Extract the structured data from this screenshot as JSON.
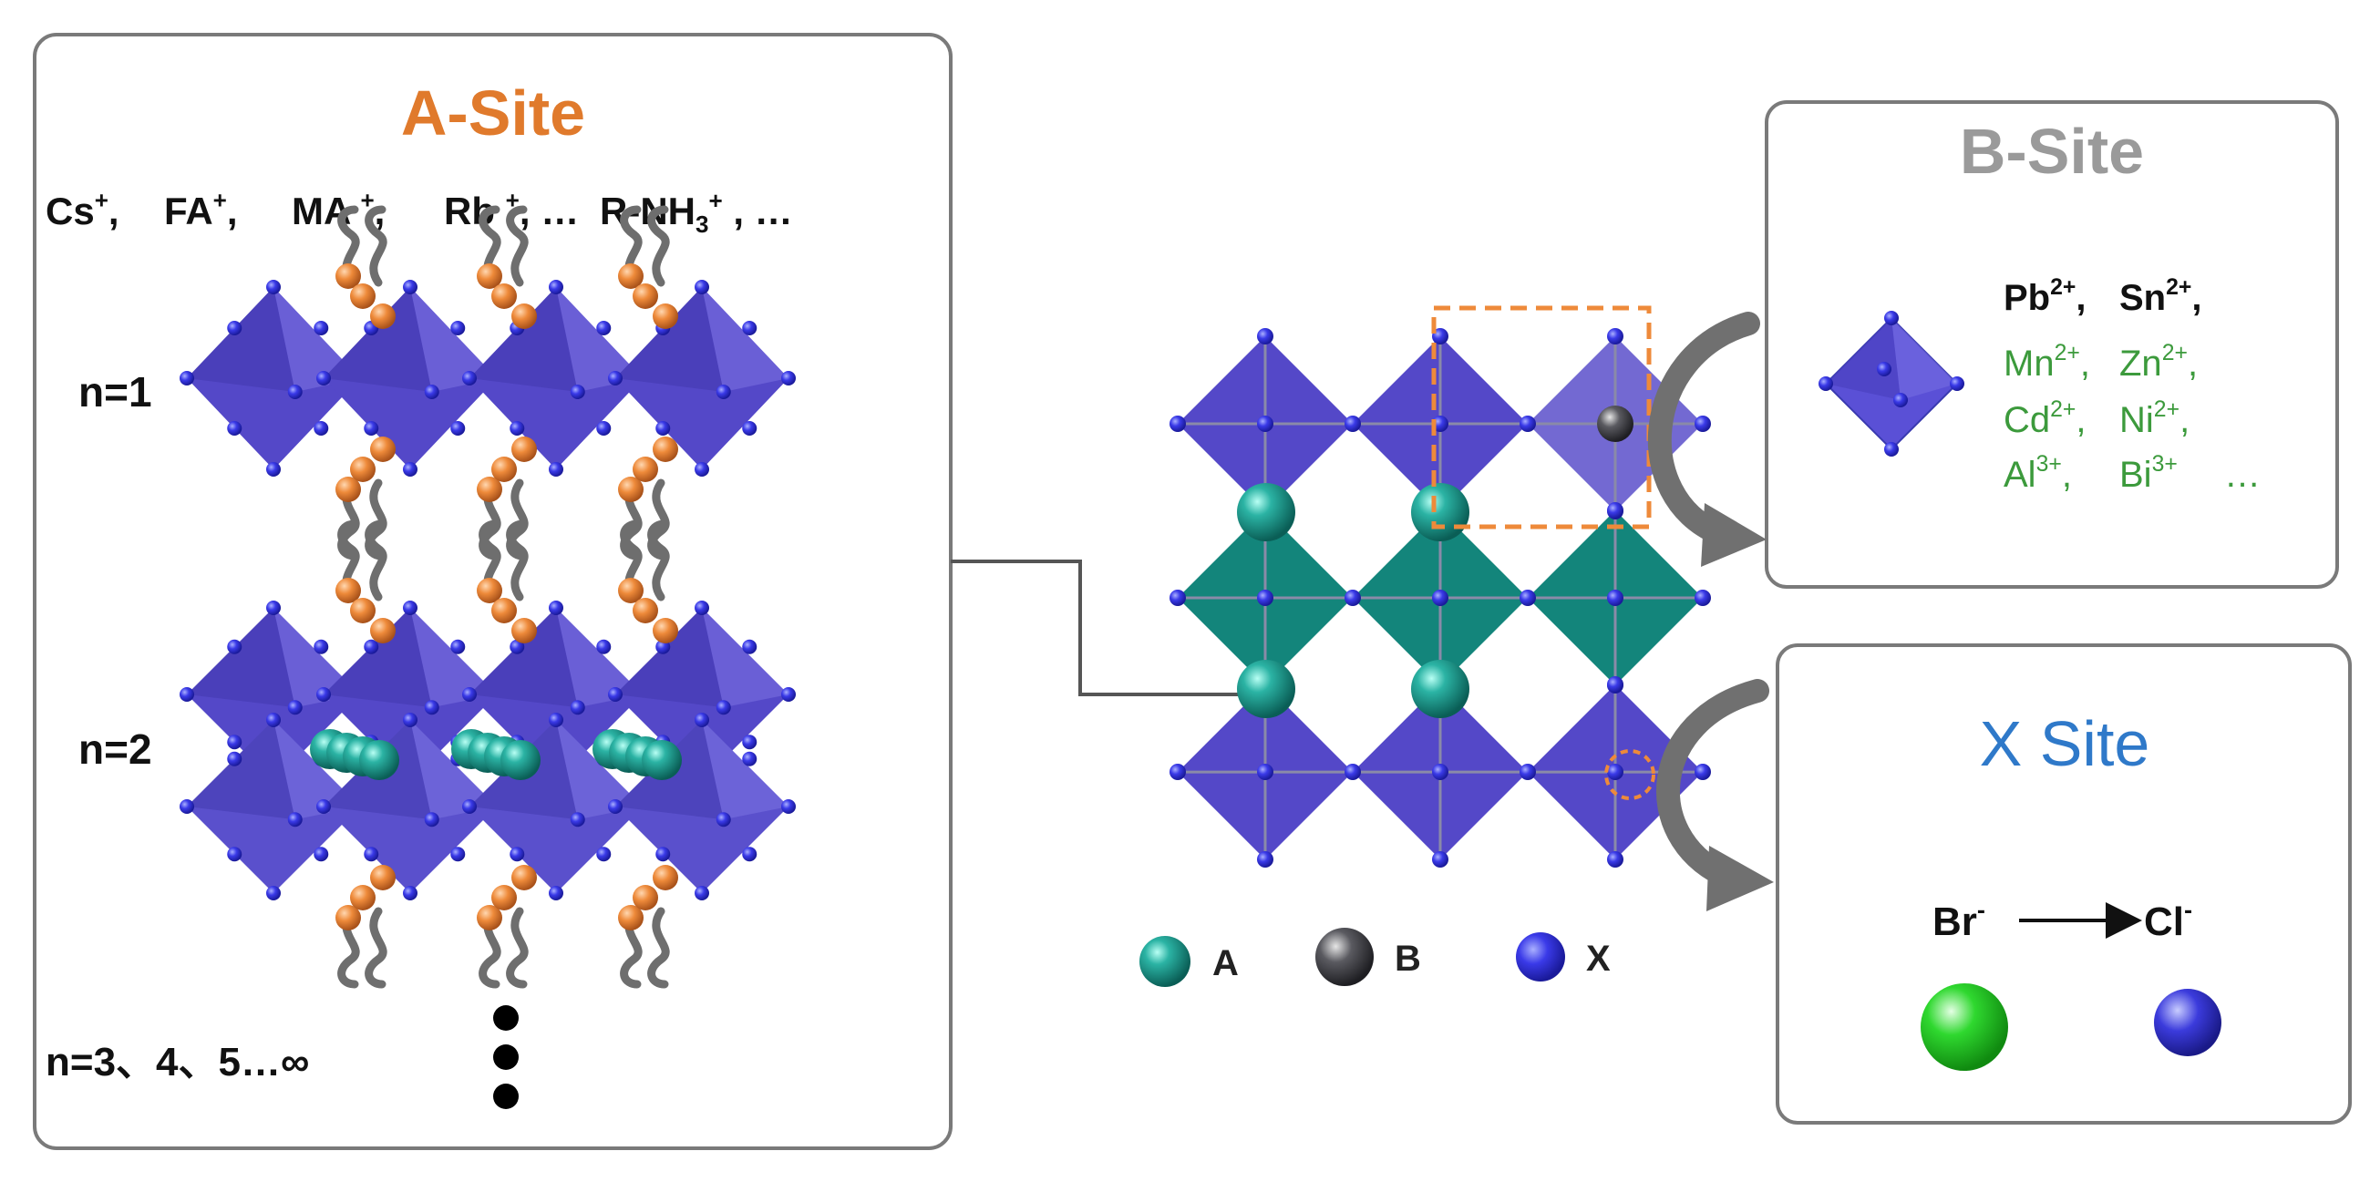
{
  "a_site": {
    "title": "A-Site",
    "cations": [
      {
        "base": "Cs",
        "sup": "+",
        "tail": ","
      },
      {
        "base": "FA",
        "sup": "+",
        "tail": ","
      },
      {
        "base": "MA ",
        "sup": "+",
        "tail": ","
      },
      {
        "base": "Rb ",
        "sup": "+",
        "tail": ", …"
      },
      {
        "base": "R-NH",
        "sub": "3",
        "sup": "+",
        "tail": " , …"
      }
    ],
    "layers": [
      "n=1",
      "n=2",
      "n=3、4、5…∞"
    ]
  },
  "b_site": {
    "title": "B-Site",
    "ions_black": [
      {
        "base": "Pb",
        "sup": "2+"
      },
      {
        "base": "Sn",
        "sup": "2+"
      }
    ],
    "ions_green": [
      [
        {
          "base": "Mn",
          "sup": "2+"
        },
        {
          "base": "Zn",
          "sup": "2+"
        }
      ],
      [
        {
          "base": "Cd",
          "sup": "2+"
        },
        {
          "base": "Ni",
          "sup": "2+"
        }
      ],
      [
        {
          "base": "Al",
          "sup": "3+"
        },
        {
          "base": "Bi",
          "sup": "3+"
        }
      ]
    ],
    "ellipsis": "…"
  },
  "x_site": {
    "title": "X Site",
    "from_ion": {
      "base": "Br",
      "sup": "-"
    },
    "to_ion": {
      "base": "Cl",
      "sup": "-"
    }
  },
  "legend": [
    {
      "label": "A",
      "color": "#1a8f85"
    },
    {
      "label": "B",
      "color": "#4a4a4f"
    },
    {
      "label": "X",
      "color": "#3b3bdc"
    }
  ],
  "colors": {
    "a_title": "#e07a2c",
    "b_title": "#9a9a9a",
    "x_title": "#2f79c9",
    "green_ions": "#3c9a3c",
    "octahedron": "#5448c8",
    "a_octahedron": "#13857b",
    "x_atom": "#2e2ee0",
    "orange_atom": "#ee8a3a",
    "br_sphere": "#2fd82f",
    "cl_sphere": "#3b3bdc",
    "highlight": "#ee8a3a"
  }
}
